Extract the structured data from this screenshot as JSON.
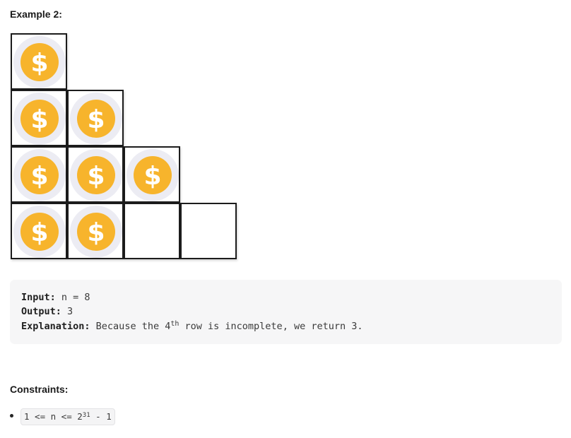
{
  "example": {
    "heading": "Example 2:",
    "grid": {
      "rows": [
        {
          "cells": [
            {
              "coin": true
            }
          ]
        },
        {
          "cells": [
            {
              "coin": true
            },
            {
              "coin": true
            }
          ]
        },
        {
          "cells": [
            {
              "coin": true
            },
            {
              "coin": true
            },
            {
              "coin": true
            }
          ]
        },
        {
          "cells": [
            {
              "coin": true
            },
            {
              "coin": true
            },
            {
              "coin": false
            },
            {
              "coin": false
            }
          ]
        }
      ],
      "coin_icon": "dollar-coin-icon",
      "coin_symbol": "$",
      "coin_color": "#f7b42c",
      "coin_halo_color": "#ececf3"
    },
    "input_label": "Input:",
    "input_value": " n = 8",
    "output_label": "Output:",
    "output_value": " 3",
    "explanation_label": "Explanation:",
    "explanation_before": " Because the 4",
    "explanation_sup": "th",
    "explanation_after": " row is incomplete, we return 3."
  },
  "constraints": {
    "heading": "Constraints:",
    "items": [
      {
        "before": "1 <= n <= 2",
        "sup": "31",
        "after": " - 1"
      }
    ]
  }
}
